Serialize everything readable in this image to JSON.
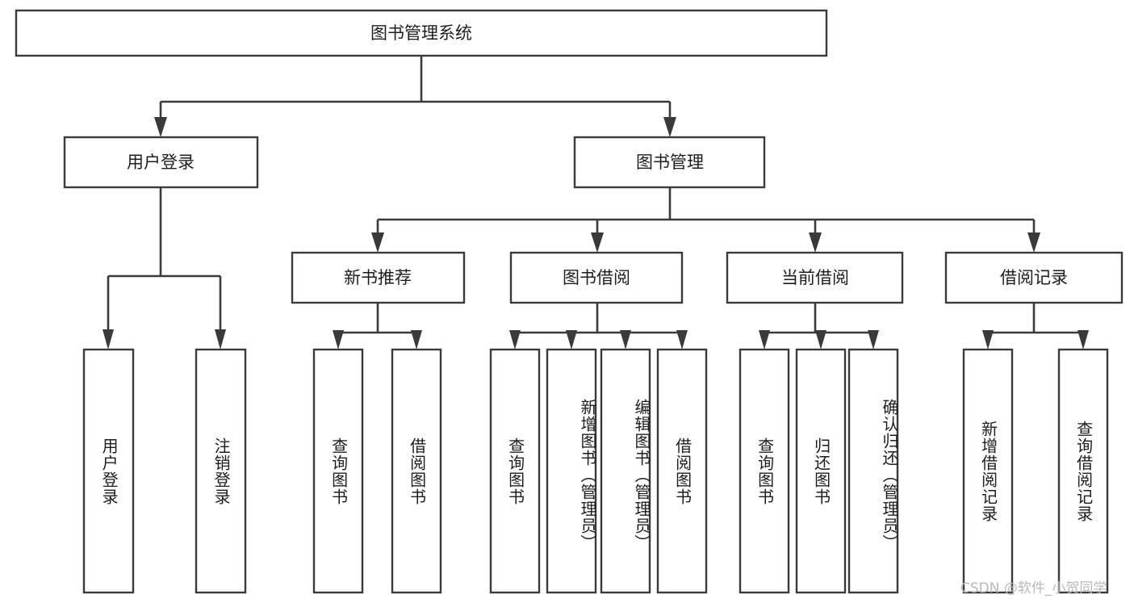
{
  "diagram": {
    "type": "tree",
    "title": "图书管理系统",
    "root": {
      "id": "root",
      "label": "图书管理系统"
    },
    "level1": [
      {
        "id": "user-login",
        "label": "用户登录"
      },
      {
        "id": "book-manage",
        "label": "图书管理"
      }
    ],
    "level2": [
      {
        "id": "new-book-recommend",
        "label": "新书推荐",
        "parent": "book-manage"
      },
      {
        "id": "book-borrow",
        "label": "图书借阅",
        "parent": "book-manage"
      },
      {
        "id": "current-borrow",
        "label": "当前借阅",
        "parent": "book-manage"
      },
      {
        "id": "borrow-record",
        "label": "借阅记录",
        "parent": "book-manage"
      }
    ],
    "leaves": [
      {
        "id": "leaf-user-login",
        "label": "用户登录",
        "parent": "user-login"
      },
      {
        "id": "leaf-logout",
        "label": "注销登录",
        "parent": "user-login"
      },
      {
        "id": "leaf-query-book-1",
        "label": "查询图书",
        "parent": "new-book-recommend"
      },
      {
        "id": "leaf-borrow-book-1",
        "label": "借阅图书",
        "parent": "new-book-recommend"
      },
      {
        "id": "leaf-query-book-2",
        "label": "查询图书",
        "parent": "book-borrow"
      },
      {
        "id": "leaf-add-book",
        "label": "新增图书（管理员）",
        "parent": "book-borrow"
      },
      {
        "id": "leaf-edit-book",
        "label": "编辑图书（管理员）",
        "parent": "book-borrow"
      },
      {
        "id": "leaf-borrow-book-2",
        "label": "借阅图书",
        "parent": "book-borrow"
      },
      {
        "id": "leaf-query-book-3",
        "label": "查询图书",
        "parent": "current-borrow"
      },
      {
        "id": "leaf-return-book",
        "label": "归还图书",
        "parent": "current-borrow"
      },
      {
        "id": "leaf-confirm-return",
        "label": "确认归还（管理员）",
        "parent": "current-borrow"
      },
      {
        "id": "leaf-add-record",
        "label": "新增借阅记录",
        "parent": "borrow-record"
      },
      {
        "id": "leaf-query-record",
        "label": "查询借阅记录",
        "parent": "borrow-record"
      }
    ],
    "colors": {
      "stroke": "#3a3a3a",
      "box_fill": "#ffffff",
      "text": "#1d1d1d",
      "background": "#ffffff",
      "watermark": "#b9b9b9"
    }
  },
  "watermark": {
    "text": "CSDN @软件_小贺同学"
  }
}
